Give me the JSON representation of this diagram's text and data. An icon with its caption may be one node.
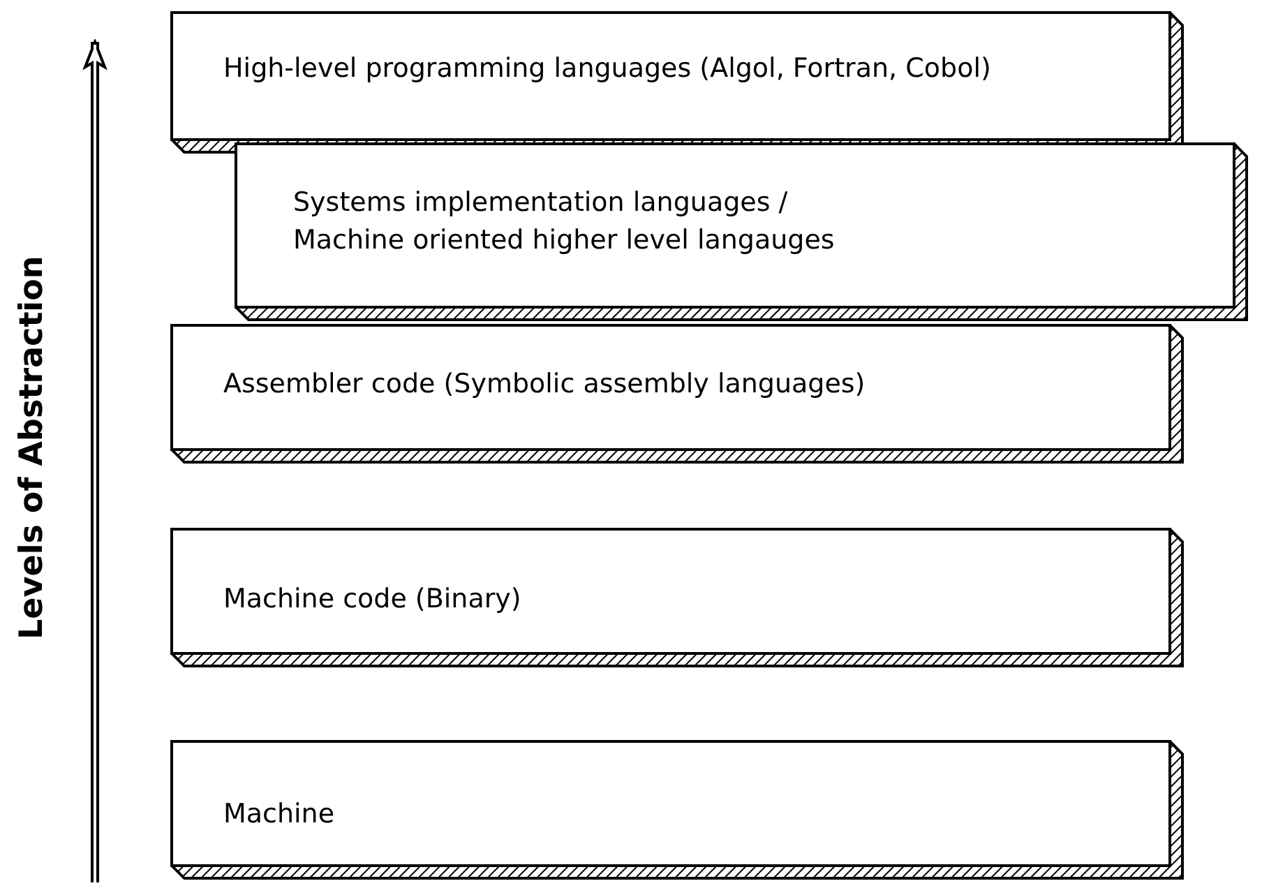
{
  "diagram": {
    "nodes": [
      {
        "text": [
          "High-level programming languages (Algol, Fortran, Cobol)"
        ]
      },
      {
        "text": [
          "Systems implementation languages / Machine oriented higher level langauges"
        ]
      },
      {
        "text": [
          "Assembler code (Symbolic assembly languages)"
        ]
      },
      {
        "text": [
          "Machine code (Binary)"
        ]
      },
      {
        "text": [
          "Machine"
        ]
      }
    ],
    "labels": [
      "Levels of Abstraction"
    ]
  }
}
